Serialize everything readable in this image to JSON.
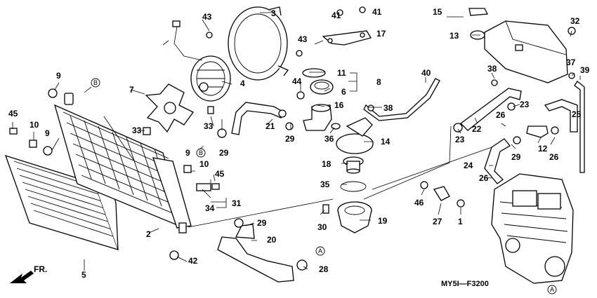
{
  "diagram": {
    "code": "MY5I—F3200",
    "direction_label": "FR.",
    "ref_markers": [
      "A",
      "B"
    ],
    "callouts": [
      "1",
      "2",
      "3",
      "4",
      "5",
      "6",
      "7",
      "8",
      "9",
      "10",
      "11",
      "12",
      "13",
      "14",
      "15",
      "16",
      "17",
      "18",
      "19",
      "20",
      "21",
      "22",
      "23",
      "24",
      "25",
      "26",
      "27",
      "28",
      "29",
      "30",
      "31",
      "32",
      "33",
      "34",
      "35",
      "36",
      "37",
      "38",
      "39",
      "40",
      "41",
      "42",
      "43",
      "44",
      "45",
      "46"
    ]
  }
}
